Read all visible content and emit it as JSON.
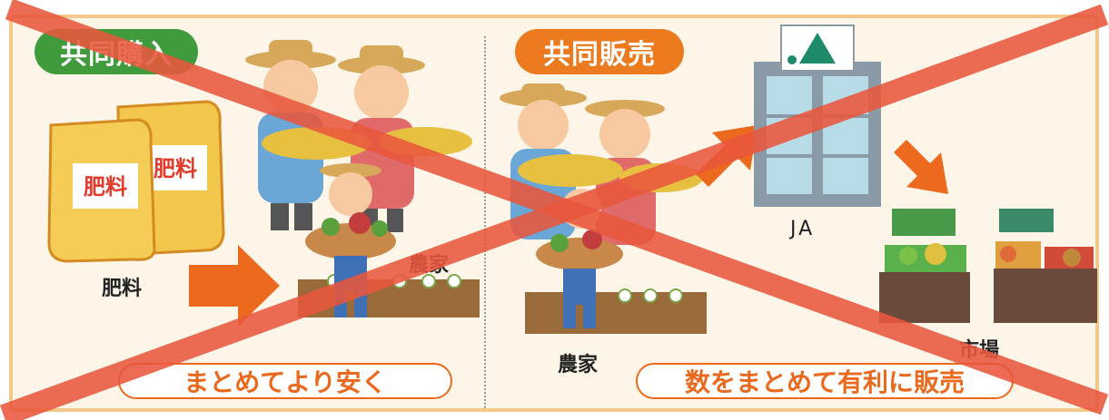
{
  "left": {
    "badge": "共同購入",
    "bag_label": "肥料",
    "fertilizer_caption": "肥料",
    "farmer_caption": "農家",
    "slogan": "まとめてより安く"
  },
  "right": {
    "badge": "共同販売",
    "farmer_caption": "農家",
    "ja_caption": "JA",
    "market_caption": "市場",
    "slogan": "数をまとめて有利に販売"
  },
  "colors": {
    "green": "#3f9b3c",
    "orange": "#ec7a1f",
    "cross": "#e8573c",
    "frame": "#f2c98a"
  },
  "icons": [
    "fertilizer-bag-icon",
    "farmer-family-icon",
    "arrow-icon",
    "ja-building-icon",
    "market-stall-icon",
    "cross-out-mark"
  ]
}
